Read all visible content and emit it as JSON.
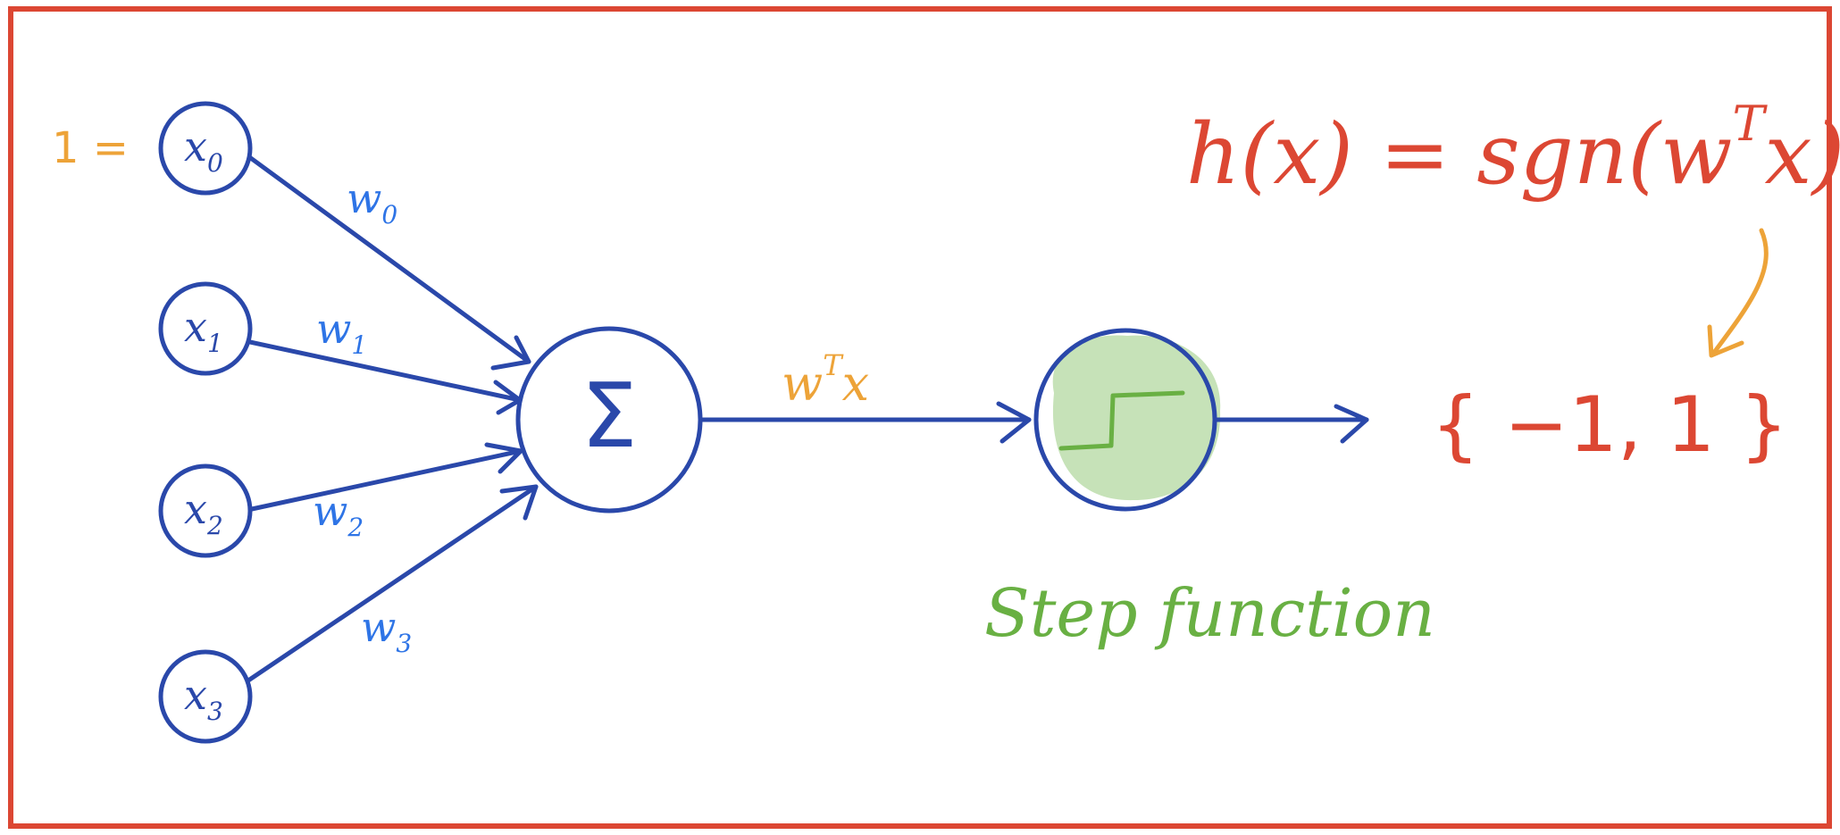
{
  "colors": {
    "frame": "#dc4733",
    "network": "#2a48aa",
    "weights": "#2e74e6",
    "bias_and_activation": "#eda338",
    "formula": "#dc4733",
    "step": "#69b043",
    "step_fill": "#c6e2b8"
  },
  "inputs": [
    {
      "name": "x",
      "index": "0"
    },
    {
      "name": "x",
      "index": "1"
    },
    {
      "name": "x",
      "index": "2"
    },
    {
      "name": "x",
      "index": "3"
    }
  ],
  "weights": [
    {
      "name": "w",
      "index": "0"
    },
    {
      "name": "w",
      "index": "1"
    },
    {
      "name": "w",
      "index": "2"
    },
    {
      "name": "w",
      "index": "3"
    }
  ],
  "bias_label": "1 =",
  "sum_symbol": "Σ",
  "activation_input": {
    "base": "w",
    "sup": "T",
    "tail": "x"
  },
  "step_label": "Step function",
  "formula": {
    "lhs": "h(x) = sgn(",
    "w": "w",
    "sup": "T",
    "x": "x",
    "close": ")"
  },
  "output_set": "{ −1, 1 }",
  "icons": [
    "summation-node",
    "step-function-icon",
    "arrow-icon"
  ]
}
